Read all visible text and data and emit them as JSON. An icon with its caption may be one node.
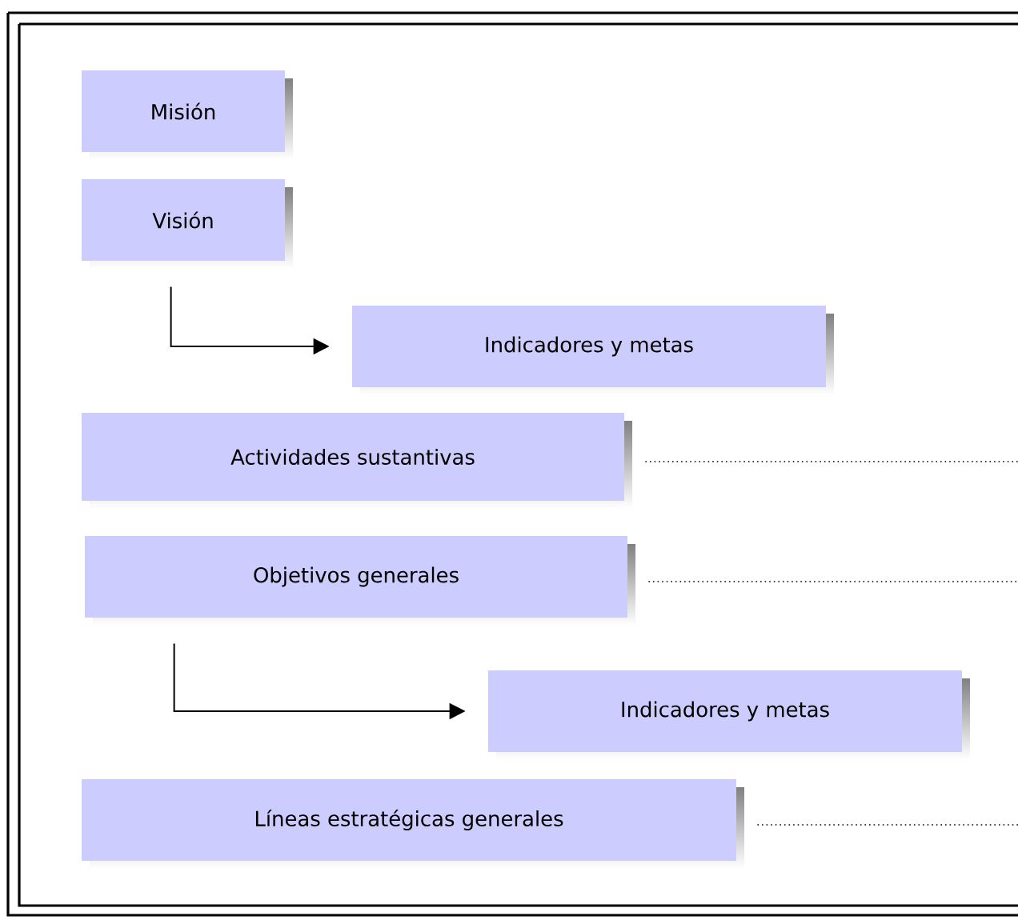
{
  "diagram": {
    "nodes": [
      {
        "text": [
          "Misión"
        ]
      },
      {
        "text": [
          "Visión"
        ]
      },
      {
        "text": [
          "Indicadores y metas"
        ]
      },
      {
        "text": [
          "Actividades sustantivas"
        ]
      },
      {
        "text": [
          "Objetivos generales"
        ]
      },
      {
        "text": [
          "Indicadores y metas"
        ]
      },
      {
        "text": [
          "Líneas estratégicas generales"
        ]
      }
    ],
    "edges": [
      {
        "from": 1,
        "to": 2,
        "arrow": "to"
      },
      {
        "from": 4,
        "to": 5,
        "arrow": "to"
      },
      {
        "from": 3,
        "to": null,
        "arrow": "none",
        "style": "dashed"
      },
      {
        "from": 4,
        "to": null,
        "arrow": "none",
        "style": "dashed"
      },
      {
        "from": 6,
        "to": null,
        "arrow": "none",
        "style": "dashed"
      }
    ]
  }
}
